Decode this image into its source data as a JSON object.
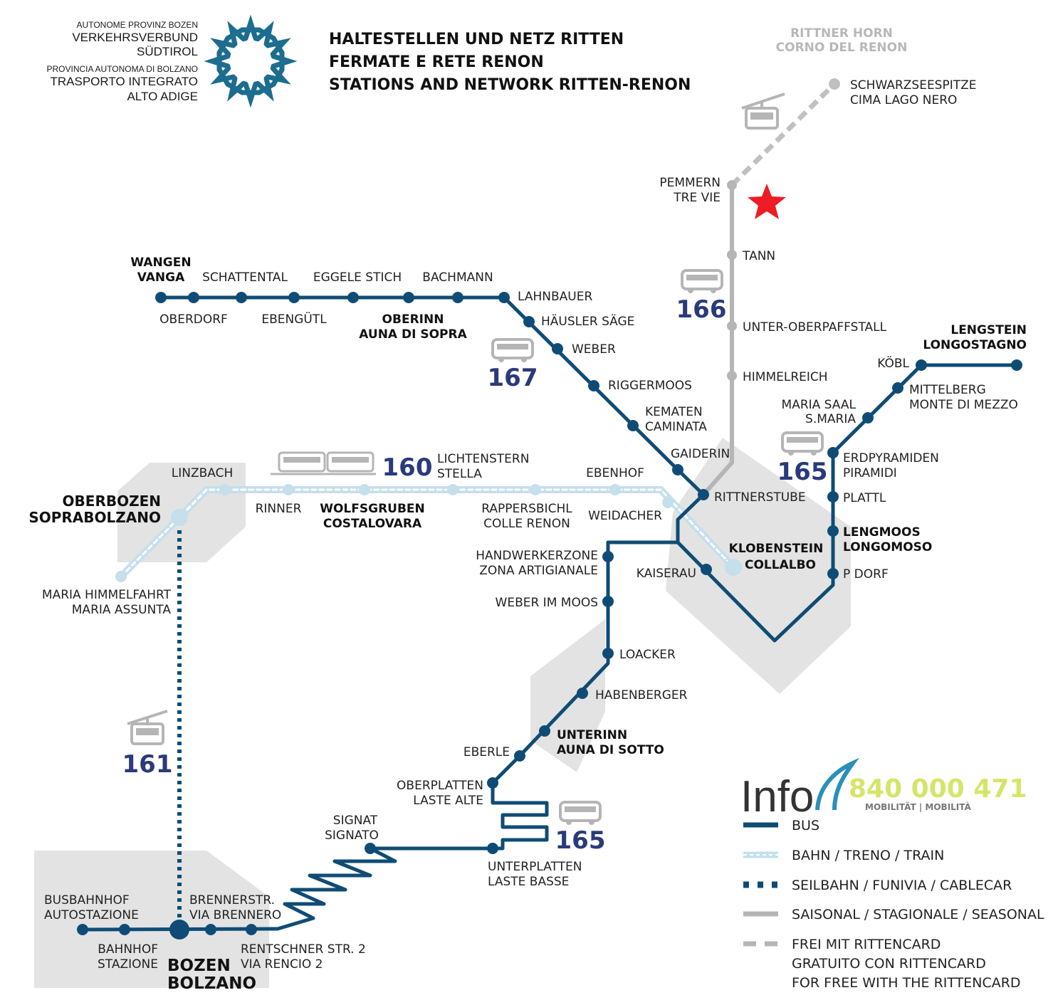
{
  "header": {
    "authority": [
      "AUTONOME PROVINZ BOZEN",
      "VERKEHRSVERBUND",
      "SÜDTIROL",
      "PROVINCIA AUTONOMA DI BOLZANO",
      "TRASPORTO INTEGRATO",
      "ALTO ADIGE"
    ],
    "title": [
      "HALTESTELLEN UND NETZ RITTEN",
      "FERMATE E RETE RENON",
      "STATIONS AND NETWORK RITTEN-RENON"
    ]
  },
  "colors": {
    "bus": "#0f4c75",
    "train": "#c5dfec",
    "seasonal": "#b5b5b5",
    "zone": "#e3e3e3",
    "star": "#ee1c24",
    "numbers": "#2a3a7a"
  },
  "lines": {
    "l160": "160",
    "l161": "161",
    "l165a": "165",
    "l165b": "165",
    "l166": "166",
    "l167": "167"
  },
  "stops": {
    "rittner_horn": [
      "RITTNER HORN",
      "CORNO DEL RENON"
    ],
    "schwarzseespitze": [
      "SCHWARZSEESPITZE",
      "CIMA LAGO NERO"
    ],
    "pemmern": [
      "PEMMERN",
      "TRE VIE"
    ],
    "tann": "TANN",
    "unter_oberpaffstall": "UNTER-OBERPAFFSTALL",
    "himmelreich": "HIMMELREICH",
    "wangen": [
      "WANGEN",
      "VANGA"
    ],
    "schattental": "SCHATTENTAL",
    "eggele_stich": "EGGELE STICH",
    "bachmann": "BACHMANN",
    "lahnbauer": "LAHNBAUER",
    "oberdorf": "OBERDORF",
    "ebenguetl": "EBENGÜTL",
    "oberinn": [
      "OBERINN",
      "AUNA DI SOPRA"
    ],
    "haeusler_saege": "HÄUSLER SÄGE",
    "weber": "WEBER",
    "riggermoos": "RIGGERMOOS",
    "kematen": [
      "KEMATEN",
      "CAMINATA"
    ],
    "gaiderin": "GAIDERIN",
    "rittnerstube": "RITTNERSTUBE",
    "lengstein": [
      "LENGSTEIN",
      "LONGOSTAGNO"
    ],
    "koebl": "KÖBL",
    "mittelberg": [
      "MITTELBERG",
      "MONTE DI MEZZO"
    ],
    "maria_saal": [
      "MARIA SAAL",
      "S.MARIA"
    ],
    "erdpyramiden": [
      "ERDPYRAMIDEN",
      "PIRAMIDI"
    ],
    "plattl": "PLATTL",
    "lengmoos": [
      "LENGMOOS",
      "LONGOMOSO"
    ],
    "p_dorf": "P DORF",
    "linzbach": "LINZBACH",
    "oberbozen": [
      "OBERBOZEN",
      "SOPRABOLZANO"
    ],
    "rinner": "RINNER",
    "wolfsgruben": [
      "WOLFSGRUBEN",
      "COSTALOVARA"
    ],
    "lichtenstern": [
      "LICHTENSTERN",
      "STELLA"
    ],
    "rappersbichl": [
      "RAPPERSBICHL",
      "COLLE RENON"
    ],
    "ebenhof": "EBENHOF",
    "weidacher": "WEIDACHER",
    "klobenstein": [
      "KLOBENSTEIN",
      "COLLALBO"
    ],
    "kaiserau": "KAISERAU",
    "maria_himmelfahrt": [
      "MARIA HIMMELFAHRT",
      "MARIA ASSUNTA"
    ],
    "handwerkerzone": [
      "HANDWERKERZONE",
      "ZONA ARTIGIANALE"
    ],
    "weber_im_moos": "WEBER IM MOOS",
    "loacker": "LOACKER",
    "habenberger": "HABENBERGER",
    "unterinn": [
      "UNTERINN",
      "AUNA DI SOTTO"
    ],
    "eberle": "EBERLE",
    "oberplatten": [
      "OBERPLATTEN",
      "LASTE ALTE"
    ],
    "unterplatten": [
      "UNTERPLATTEN",
      "LASTE BASSE"
    ],
    "signat": [
      "SIGNAT",
      "SIGNATO"
    ],
    "busbahnhof": [
      "BUSBAHNHOF",
      "AUTOSTAZIONE"
    ],
    "bahnhof": [
      "BAHNHOF",
      "STAZIONE"
    ],
    "bozen": [
      "BOZEN",
      "BOLZANO"
    ],
    "brennerstr": [
      "BRENNERSTR.",
      "VIA BRENNERO"
    ],
    "rentschner": [
      "RENTSCHNER STR. 2",
      "VIA RENCIO 2"
    ]
  },
  "info": {
    "label": "Info",
    "phone": "840 000 471",
    "sub": "MOBILITÄT | MOBILITÀ"
  },
  "legend": {
    "bus": "BUS",
    "train": "BAHN / TRENO / TRAIN",
    "cablecar": "SEILBAHN / FUNIVIA / CABLECAR",
    "seasonal": "SAISONAL / STAGIONALE / SEASONAL",
    "free": [
      "FREI MIT RITTENCARD",
      "GRATUITO CON RITTENCARD",
      "FOR FREE WITH THE RITTENCARD"
    ]
  }
}
